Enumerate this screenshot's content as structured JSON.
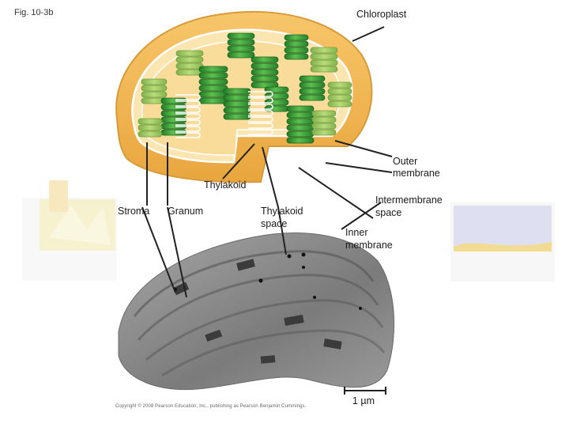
{
  "figure": {
    "id": "Fig. 10-3b"
  },
  "labels": {
    "chloroplast": "Chloroplast",
    "outer_membrane_1": "Outer",
    "outer_membrane_2": "membrane",
    "thylakoid": "Thylakoid",
    "stroma": "Stroma",
    "granum": "Granum",
    "thylakoid_space_1": "Thylakoid",
    "thylakoid_space_2": "space",
    "intermembrane_space_1": "Intermembrane",
    "intermembrane_space_2": "space",
    "inner_membrane_1": "Inner",
    "inner_membrane_2": "membrane"
  },
  "scale_bar": {
    "label": "1 µm"
  },
  "copyright": "Copyright © 2008 Pearson Education, Inc., publishing as Pearson Benjamin Cummings.",
  "colors": {
    "envelope": "#f2b85a",
    "envelope_light": "#fbe2a6",
    "thylakoid_green": "#3f9f3a",
    "thylakoid_dark": "#1f6b22",
    "micrograph": "#8c8c8c",
    "leader_line": "#222222"
  }
}
